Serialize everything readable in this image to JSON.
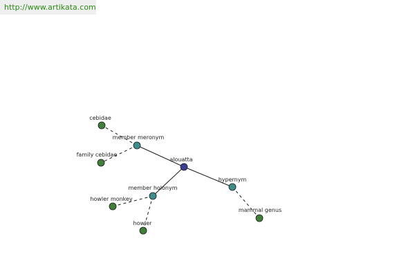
{
  "header": {
    "url": "http://www.artikata.com"
  },
  "colors": {
    "center": "#3a3f93",
    "relation": "#3f8d8a",
    "leaf": "#3f7f3a",
    "stroke": "#1a1a1a",
    "url": "#2b8a16"
  },
  "nodes": [
    {
      "id": "alouatta",
      "label": "alouatta",
      "kind": "center"
    },
    {
      "id": "member-meronym",
      "label": "member meronym",
      "kind": "relation"
    },
    {
      "id": "member-holonym",
      "label": "member holonym",
      "kind": "relation"
    },
    {
      "id": "hypernym",
      "label": "hypernym",
      "kind": "relation"
    },
    {
      "id": "cebidae",
      "label": "cebidae",
      "kind": "leaf"
    },
    {
      "id": "family-cebidae",
      "label": "family cebidae",
      "kind": "leaf"
    },
    {
      "id": "howler-monkey",
      "label": "howler monkey",
      "kind": "leaf"
    },
    {
      "id": "howler",
      "label": "howler",
      "kind": "leaf"
    },
    {
      "id": "mammal-genus",
      "label": "mammal genus",
      "kind": "leaf"
    }
  ],
  "edges": [
    {
      "from": "alouatta",
      "to": "member-meronym",
      "style": "solid"
    },
    {
      "from": "alouatta",
      "to": "member-holonym",
      "style": "solid"
    },
    {
      "from": "alouatta",
      "to": "hypernym",
      "style": "solid"
    },
    {
      "from": "member-meronym",
      "to": "cebidae",
      "style": "dashed"
    },
    {
      "from": "member-meronym",
      "to": "family-cebidae",
      "style": "dashed"
    },
    {
      "from": "member-holonym",
      "to": "howler-monkey",
      "style": "dashed"
    },
    {
      "from": "member-holonym",
      "to": "howler",
      "style": "dashed"
    },
    {
      "from": "hypernym",
      "to": "mammal-genus",
      "style": "dashed"
    }
  ]
}
